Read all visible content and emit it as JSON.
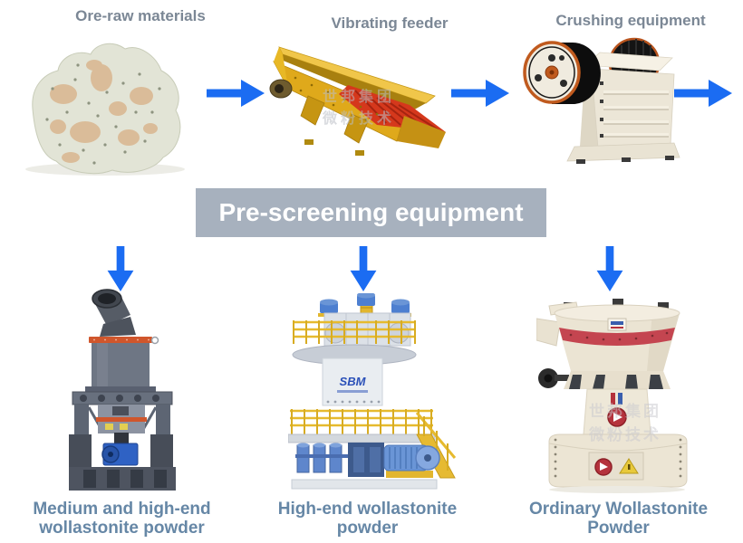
{
  "title_row": [
    {
      "label": "Ore-raw materials"
    },
    {
      "label": "Vibrating feeder"
    },
    {
      "label": "Crushing equipment"
    }
  ],
  "banner": {
    "label": "Pre-screening equipment"
  },
  "products": [
    {
      "label": "Medium and high-end wollastonite powder"
    },
    {
      "label": "High-end wollastonite powder"
    },
    {
      "label": "Ordinary Wollastonite Powder"
    }
  ],
  "watermark": {
    "line1": "世邦集团",
    "line2": "微粉技术"
  },
  "logo": {
    "sbm": "SBM"
  },
  "colors": {
    "arrow": "#1b6cf2",
    "banner_bg": "#a7b1be",
    "banner_text": "#ffffff",
    "top_label": "#7b8795",
    "product_label": "#6687a6"
  }
}
